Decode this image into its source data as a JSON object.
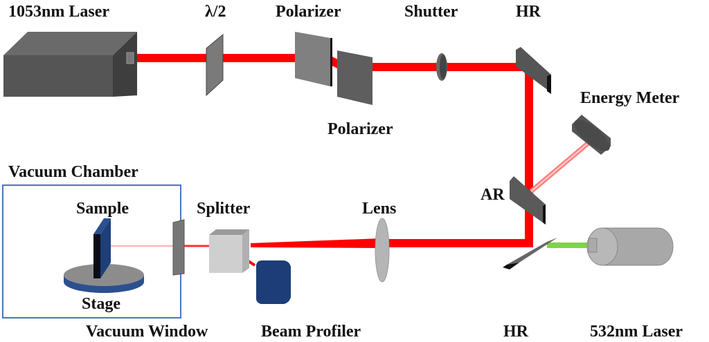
{
  "title": "Laser experimental setup",
  "colors": {
    "beam_1053": "#ff0000",
    "beam_532": "#7ed34a",
    "chamber_border": "#4a78b8",
    "component_dark": "#555555",
    "component_light": "#c8c8c8",
    "sample_blue": "#1e3f7a"
  },
  "labels": {
    "laser_1053": "1053nm Laser",
    "half_wave_plate": "λ/2",
    "polarizer_1": "Polarizer",
    "polarizer_2": "Polarizer",
    "shutter": "Shutter",
    "hr_top": "HR",
    "energy_meter": "Energy Meter",
    "ar": "AR",
    "vacuum_chamber": "Vacuum Chamber",
    "sample": "Sample",
    "stage": "Stage",
    "splitter": "Splitter",
    "lens": "Lens",
    "vacuum_window": "Vacuum Window",
    "beam_profiler": "Beam Profiler",
    "hr_bottom": "HR",
    "laser_532": "532nm Laser"
  }
}
